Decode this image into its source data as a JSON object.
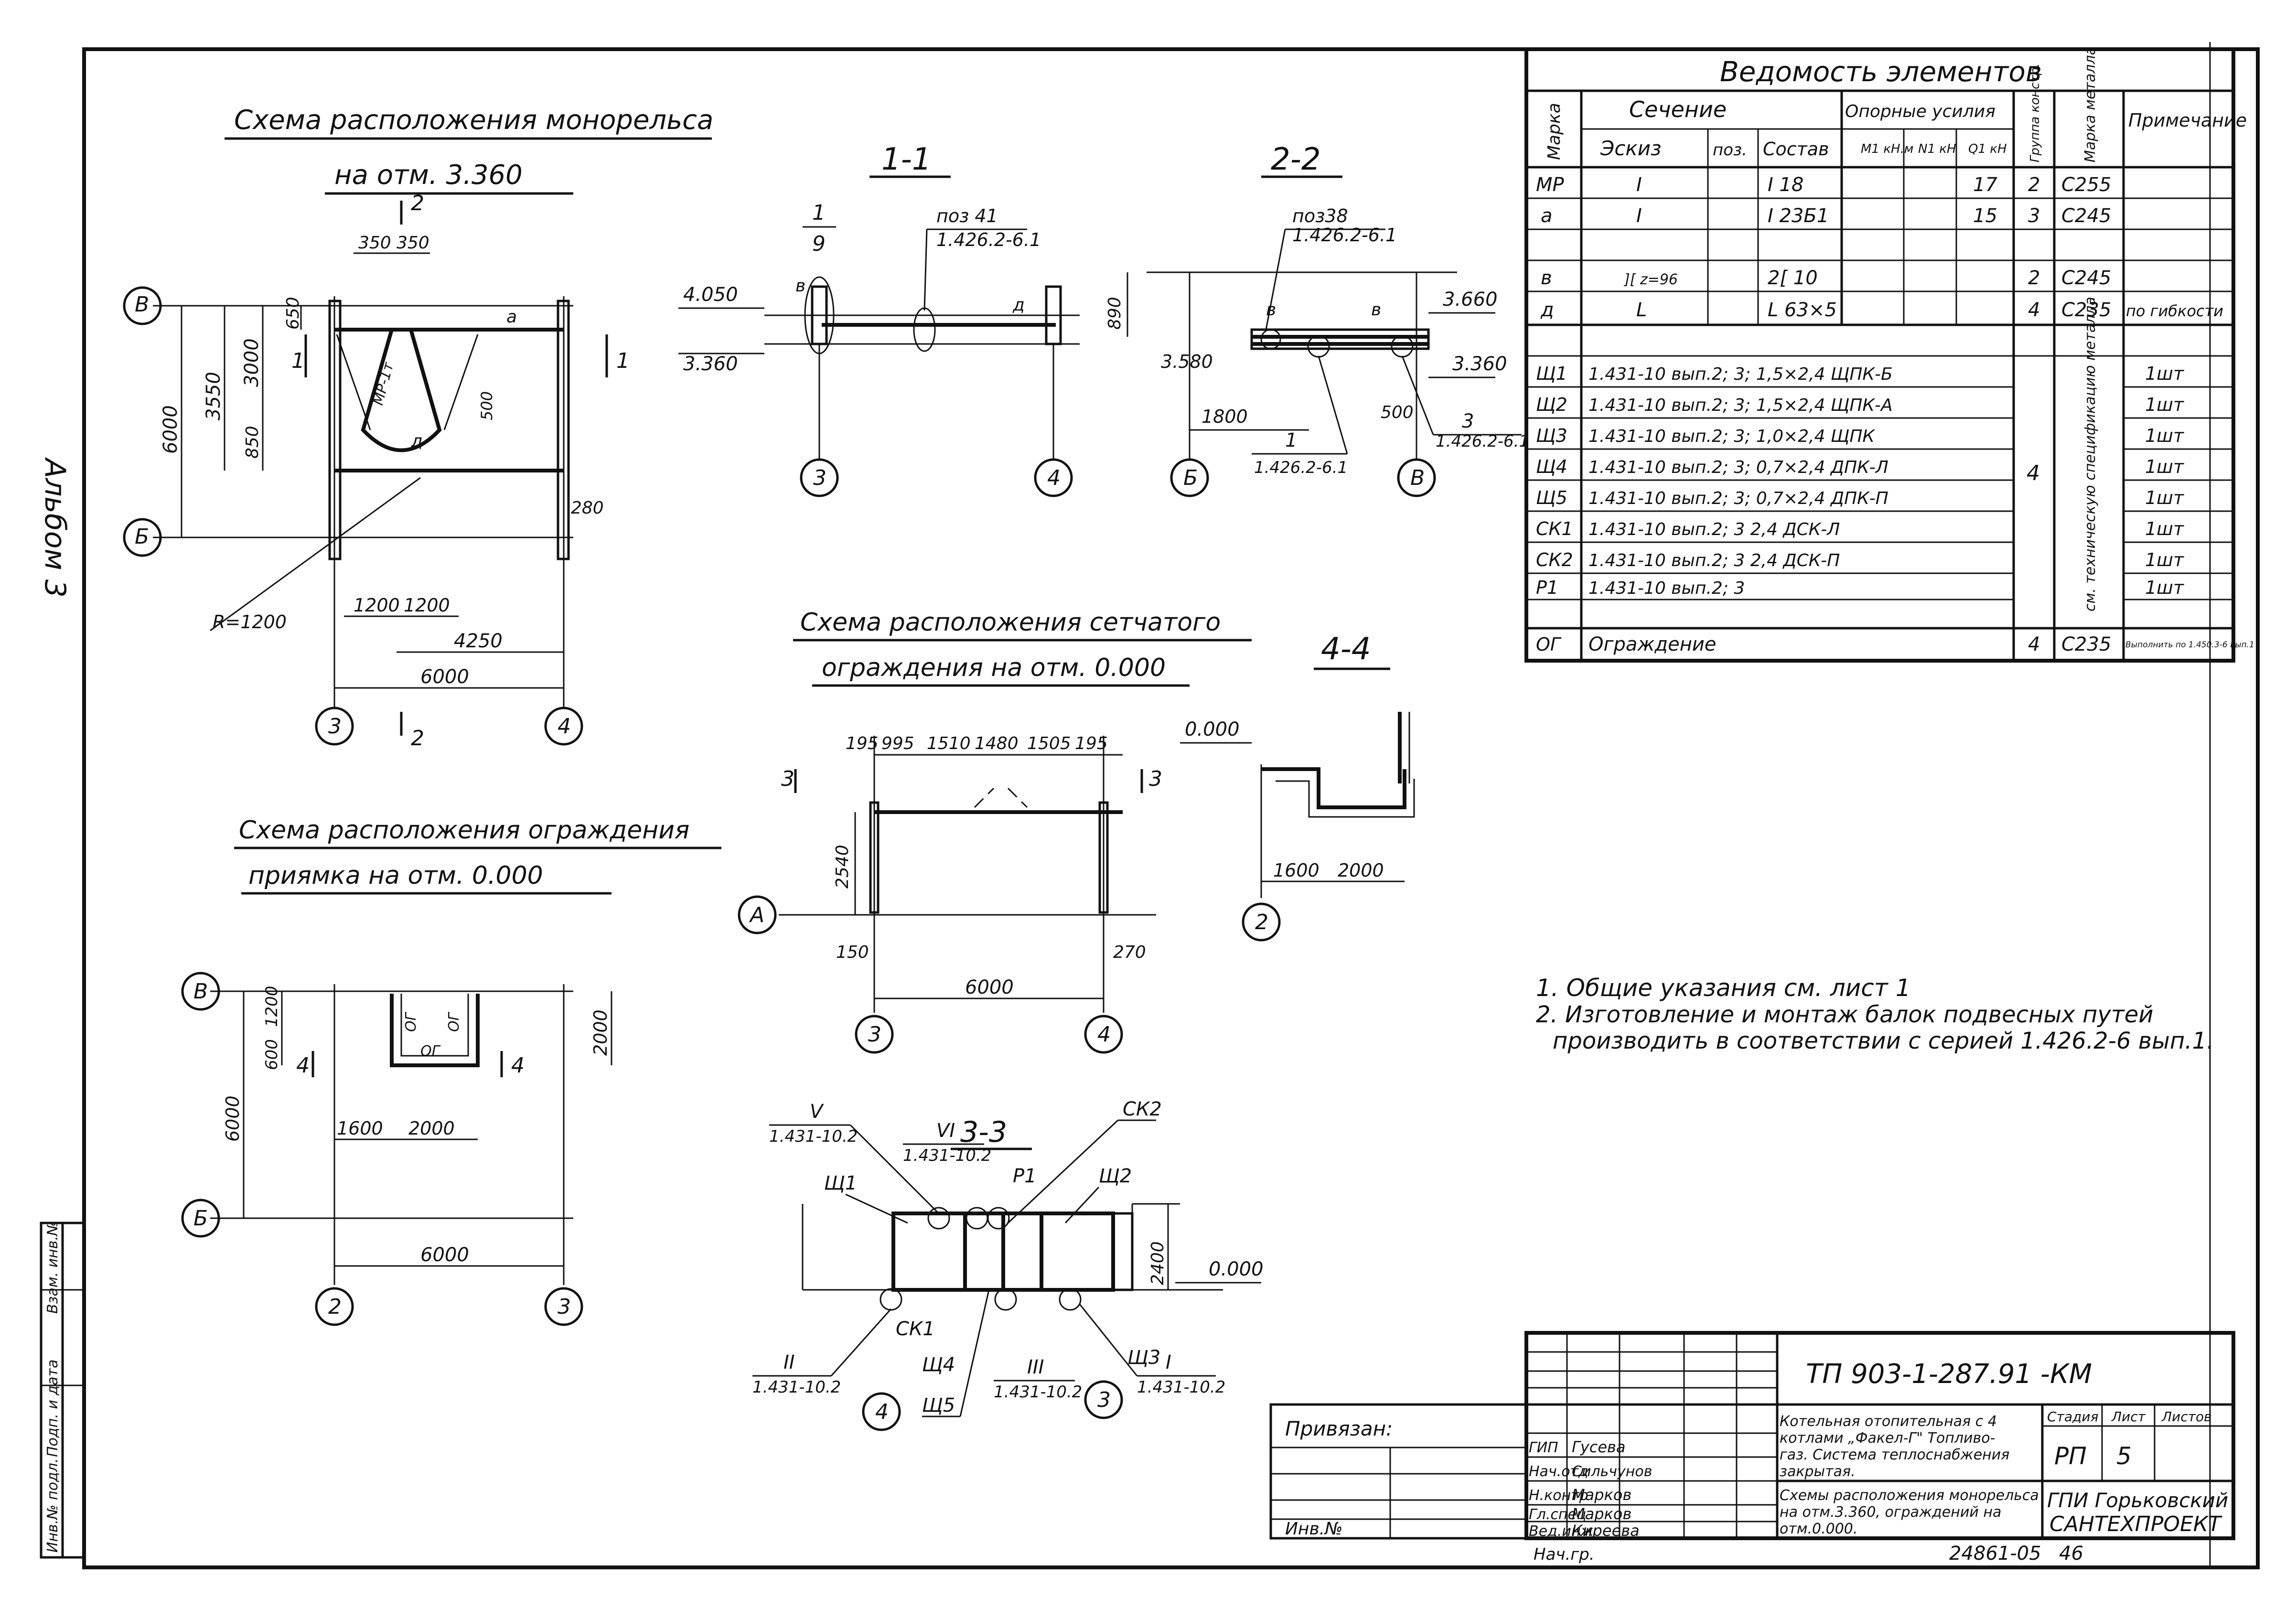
{
  "sheet": {
    "side_note": "Альбом 3",
    "side_stamp": [
      "Инв.№ подл.",
      "Подп. и дата",
      "Взам. инв.№"
    ]
  },
  "vedomost": {
    "title": "Ведомость элементов",
    "headers": {
      "marka": "Марка",
      "sechenie": "Сечение",
      "eskiz": "Эскиз",
      "poz": "поз.",
      "sostav": "Состав",
      "opornye": "Опорные усилия",
      "m": "M1 кН.м",
      "n": "N1 кН",
      "q": "Q1 кН",
      "gruppa": "Группа констр.",
      "stal": "Марка металла",
      "primech": "Примечание"
    },
    "rows": [
      {
        "marka": "МР",
        "eskiz": "I",
        "sostav": "I 18",
        "q": "17",
        "gruppa": "2",
        "stal": "С255",
        "primech": ""
      },
      {
        "marka": "а",
        "eskiz": "I",
        "sostav": "I 23Б1",
        "q": "15",
        "gruppa": "3",
        "stal": "С245",
        "primech": ""
      },
      {
        "marka": "",
        "eskiz": "",
        "sostav": "",
        "q": "",
        "gruppa": "",
        "stal": "",
        "primech": ""
      },
      {
        "marka": "в",
        "eskiz": "][ z=96",
        "sostav": "2[ 10",
        "q": "",
        "gruppa": "2",
        "stal": "С245",
        "primech": ""
      },
      {
        "marka": "д",
        "eskiz": "L",
        "sostav": "L 63×5",
        "q": "",
        "gruppa": "4",
        "stal": "С235",
        "primech": "по гибкости"
      }
    ],
    "panels": [
      {
        "marka": "Щ1",
        "desc": "1.431-10 вып.2; 3; 1,5×2,4 ЩПК-Б",
        "qty": "1шт"
      },
      {
        "marka": "Щ2",
        "desc": "1.431-10 вып.2; 3; 1,5×2,4 ЩПК-А",
        "qty": "1шт"
      },
      {
        "marka": "Щ3",
        "desc": "1.431-10 вып.2; 3; 1,0×2,4 ЩПК",
        "qty": "1шт"
      },
      {
        "marka": "Щ4",
        "desc": "1.431-10 вып.2; 3; 0,7×2,4 ДПК-Л",
        "qty": "1шт"
      },
      {
        "marka": "Щ5",
        "desc": "1.431-10 вып.2; 3; 0,7×2,4 ДПК-П",
        "qty": "1шт"
      },
      {
        "marka": "СК1",
        "desc": "1.431-10 вып.2; 3 2,4 ДСК-Л",
        "qty": "1шт"
      },
      {
        "marka": "СК2",
        "desc": "1.431-10 вып.2; 3 2,4 ДСК-П",
        "qty": "1шт"
      },
      {
        "marka": "Р1",
        "desc": "1.431-10 вып.2; 3",
        "qty": "1шт"
      }
    ],
    "panels_group": "4",
    "panels_note": "см. техническую спецификацию металла",
    "fence_row": {
      "marka": "ОГ",
      "desc": "Ограждение",
      "gruppa": "4",
      "stal": "С235",
      "primech": "Выполнить по 1.450.3-6 вып.1"
    }
  },
  "notes": {
    "n1": "1. Общие указания см. лист 1",
    "n2a": "2. Изготовление и монтаж балок подвесных путей",
    "n2b": "производить в соответствии с серией 1.426.2-6 вып.1."
  },
  "view_mono": {
    "title1": "Схема расположения монорельса",
    "title2": "на отм. 3.360",
    "axes": {
      "B": "В",
      "Bb": "Б",
      "a3": "3",
      "a4": "4"
    },
    "dims": {
      "d6000v": "6000",
      "d3550": "3550",
      "d3000": "3000",
      "d650": "650",
      "d850": "850",
      "d500": "500",
      "d350a": "350",
      "d350b": "350",
      "d280": "280",
      "dR": "R=1200",
      "d1200a": "1200",
      "d1200b": "1200",
      "d4250": "4250",
      "d6000h": "6000"
    },
    "marks": {
      "mr": "МР-1т",
      "a": "а",
      "d": "д"
    },
    "cuts": {
      "c1": "1",
      "c2": "2"
    }
  },
  "view_11": {
    "title": "1-1",
    "lbl_1": "1",
    "lbl_9": "9",
    "lbl_poz41": "поз 41",
    "lbl_ser": "1.426.2-6.1",
    "lvl_4050": "4.050",
    "lvl_3360": "3.360",
    "ax3": "3",
    "ax4": "4",
    "m_v": "в",
    "m_d": "д"
  },
  "view_22": {
    "title": "2-2",
    "lbl_poz38": "поз38",
    "lbl_ser": "1.426.2-6.1",
    "d890": "890",
    "lvl_3660": "3.660",
    "lvl_3580": "3.580",
    "lvl_3360": "3.360",
    "d1800": "1800",
    "d500": "500",
    "lbl_1": "1",
    "lbl_ser2": "1.426.2-6.1",
    "lbl_3": "3",
    "lbl_ser3": "1.426.2-6.1",
    "axB": "Б",
    "axV": "В",
    "m_v1": "в",
    "m_v2": "в"
  },
  "view_net": {
    "title1": "Схема расположения сетчатого",
    "title2": "ограждения на отм. 0.000",
    "dims": {
      "d195a": "195",
      "d995": "995",
      "d1510": "1510",
      "d1480": "1480",
      "d1505": "1505",
      "d195b": "195",
      "d2540": "2540",
      "d150": "150",
      "d270": "270",
      "d6000": "6000"
    },
    "cut3": "3",
    "axA": "А",
    "ax3": "3",
    "ax4": "4"
  },
  "view_44": {
    "title": "4-4",
    "lvl": "0.000",
    "d1600": "1600",
    "d2000": "2000",
    "ax2": "2"
  },
  "view_pit": {
    "title1": "Схема расположения ограждения",
    "title2": "приямка на отм. 0.000",
    "axV": "В",
    "axB": "Б",
    "ax2": "2",
    "ax3": "3",
    "d1200": "1200",
    "d600": "600",
    "d6000v": "6000",
    "d2000v": "2000",
    "d1600": "1600",
    "d2000h": "2000",
    "d6000h": "6000",
    "og1": "ОГ",
    "og2": "ОГ",
    "og3": "ОГ",
    "cut4": "4"
  },
  "view_33": {
    "title": "3-3",
    "lbl_V": "V",
    "lbl_Vs": "1.431-10.2",
    "lbl_VI": "VI",
    "lbl_VIs": "1.431-10.2",
    "lbl_ck2": "СК2",
    "lbl_p1": "Р1",
    "lbl_sh1": "Щ1",
    "lbl_sh2": "Щ2",
    "lbl_ck1": "СК1",
    "lbl_sh4": "Щ4",
    "lbl_sh5": "Щ5",
    "lbl_sh3": "Щ3",
    "lbl_II": "II",
    "lbl_IIs": "1.431-10.2",
    "lbl_III": "III",
    "lbl_IIIs": "1.431-10.2",
    "lbl_I": "I",
    "lbl_Is": "1.431-10.2",
    "d2400": "2400",
    "lvl": "0.000",
    "ax3": "3",
    "ax4": "4"
  },
  "stamp": {
    "doc_code": "ТП 903-1-287.91 -КМ",
    "privyazan": "Привязан:",
    "inv": "Инв.№",
    "roles": [
      "ГИП",
      "Нач.отд",
      "Н.контр",
      "Гл.спец",
      "Вед.инж"
    ],
    "names": [
      "Гусева",
      "Сильчунов",
      "Марков",
      "Марков",
      "Киреева"
    ],
    "object1": "Котельная отопительная с 4",
    "object2": "котлами „Факел-Г\" Топливо-",
    "object3": "газ. Система теплоснабжения",
    "object4": "закрытая.",
    "sheet_title1": "Схемы расположения монорельса",
    "sheet_title2": "на отм.3.360, ограждений на",
    "sheet_title3": "отм.0.000.",
    "stadia_h": "Стадия",
    "list_h": "Лист",
    "listov_h": "Листов",
    "stadia": "РП",
    "list": "5",
    "listov": "",
    "org1": "ГПИ Горьковский",
    "org2": "САНТЕХПРОЕКТ",
    "bottom_code": "24861-05",
    "bottom_num": "46",
    "bottom_sig": "Нач.гр."
  }
}
